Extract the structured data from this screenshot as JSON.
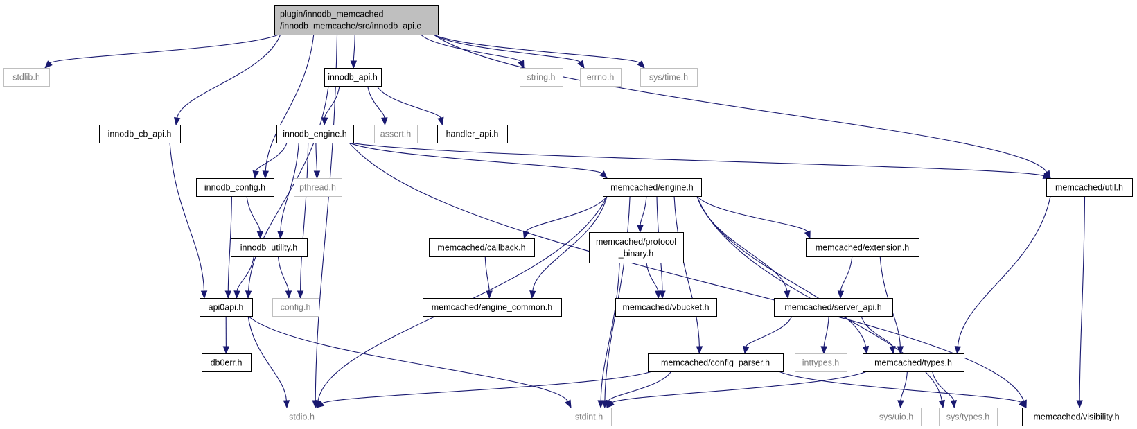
{
  "colors": {
    "edge": "#191970",
    "local_border": "#000000",
    "system_border": "#bfbfbf",
    "root_fill": "#bfbfbf",
    "system_text": "#7f7f7f"
  },
  "nodes": [
    {
      "id": "root",
      "kind": "root",
      "lines": [
        "plugin/innodb_memcached",
        "/innodb_memcache/src/innodb_api.c"
      ]
    },
    {
      "id": "stdlib_h",
      "kind": "system",
      "lines": [
        "stdlib.h"
      ]
    },
    {
      "id": "innodb_api_h",
      "kind": "local",
      "lines": [
        "innodb_api.h"
      ]
    },
    {
      "id": "string_h",
      "kind": "system",
      "lines": [
        "string.h"
      ]
    },
    {
      "id": "errno_h",
      "kind": "system",
      "lines": [
        "errno.h"
      ]
    },
    {
      "id": "sys_time_h",
      "kind": "system",
      "lines": [
        "sys/time.h"
      ]
    },
    {
      "id": "innodb_cb_api_h",
      "kind": "local",
      "lines": [
        "innodb_cb_api.h"
      ]
    },
    {
      "id": "innodb_engine_h",
      "kind": "local",
      "lines": [
        "innodb_engine.h"
      ]
    },
    {
      "id": "assert_h",
      "kind": "system",
      "lines": [
        "assert.h"
      ]
    },
    {
      "id": "handler_api_h",
      "kind": "local",
      "lines": [
        "handler_api.h"
      ]
    },
    {
      "id": "innodb_config_h",
      "kind": "local",
      "lines": [
        "innodb_config.h"
      ]
    },
    {
      "id": "pthread_h",
      "kind": "system",
      "lines": [
        "pthread.h"
      ]
    },
    {
      "id": "mc_engine_h",
      "kind": "local",
      "lines": [
        "memcached/engine.h"
      ]
    },
    {
      "id": "mc_util_h",
      "kind": "local",
      "lines": [
        "memcached/util.h"
      ]
    },
    {
      "id": "innodb_utility_h",
      "kind": "local",
      "lines": [
        "innodb_utility.h"
      ]
    },
    {
      "id": "mc_callback_h",
      "kind": "local",
      "lines": [
        "memcached/callback.h"
      ]
    },
    {
      "id": "mc_protocol_binary_h",
      "kind": "local",
      "lines": [
        "memcached/protocol",
        "_binary.h"
      ]
    },
    {
      "id": "mc_extension_h",
      "kind": "local",
      "lines": [
        "memcached/extension.h"
      ]
    },
    {
      "id": "api0api_h",
      "kind": "local",
      "lines": [
        "api0api.h"
      ]
    },
    {
      "id": "config_h",
      "kind": "system",
      "lines": [
        "config.h"
      ]
    },
    {
      "id": "mc_engine_common_h",
      "kind": "local",
      "lines": [
        "memcached/engine_common.h"
      ]
    },
    {
      "id": "mc_vbucket_h",
      "kind": "local",
      "lines": [
        "memcached/vbucket.h"
      ]
    },
    {
      "id": "mc_server_api_h",
      "kind": "local",
      "lines": [
        "memcached/server_api.h"
      ]
    },
    {
      "id": "db0err_h",
      "kind": "local",
      "lines": [
        "db0err.h"
      ]
    },
    {
      "id": "mc_config_parser_h",
      "kind": "local",
      "lines": [
        "memcached/config_parser.h"
      ]
    },
    {
      "id": "inttypes_h",
      "kind": "system",
      "lines": [
        "inttypes.h"
      ]
    },
    {
      "id": "mc_types_h",
      "kind": "local",
      "lines": [
        "memcached/types.h"
      ]
    },
    {
      "id": "stdio_h",
      "kind": "system",
      "lines": [
        "stdio.h"
      ]
    },
    {
      "id": "stdint_h",
      "kind": "system",
      "lines": [
        "stdint.h"
      ]
    },
    {
      "id": "sys_uio_h",
      "kind": "system",
      "lines": [
        "sys/uio.h"
      ]
    },
    {
      "id": "sys_types_h",
      "kind": "system",
      "lines": [
        "sys/types.h"
      ]
    },
    {
      "id": "mc_visibility_h",
      "kind": "local",
      "lines": [
        "memcached/visibility.h"
      ]
    }
  ],
  "edges": [
    [
      "root",
      "stdlib_h"
    ],
    [
      "root",
      "innodb_api_h"
    ],
    [
      "root",
      "string_h"
    ],
    [
      "root",
      "errno_h"
    ],
    [
      "root",
      "sys_time_h"
    ],
    [
      "root",
      "innodb_cb_api_h"
    ],
    [
      "root",
      "innodb_config_h"
    ],
    [
      "root",
      "mc_util_h"
    ],
    [
      "root",
      "stdio_h"
    ],
    [
      "innodb_api_h",
      "innodb_engine_h"
    ],
    [
      "innodb_api_h",
      "assert_h"
    ],
    [
      "innodb_api_h",
      "handler_api_h"
    ],
    [
      "innodb_api_h",
      "api0api_h"
    ],
    [
      "innodb_cb_api_h",
      "api0api_h"
    ],
    [
      "innodb_engine_h",
      "innodb_config_h"
    ],
    [
      "innodb_engine_h",
      "pthread_h"
    ],
    [
      "innodb_engine_h",
      "innodb_utility_h"
    ],
    [
      "innodb_engine_h",
      "config_h"
    ],
    [
      "innodb_engine_h",
      "mc_engine_h"
    ],
    [
      "innodb_engine_h",
      "mc_util_h"
    ],
    [
      "innodb_engine_h",
      "mc_visibility_h"
    ],
    [
      "innodb_config_h",
      "innodb_utility_h"
    ],
    [
      "innodb_config_h",
      "api0api_h"
    ],
    [
      "innodb_utility_h",
      "api0api_h"
    ],
    [
      "innodb_utility_h",
      "config_h"
    ],
    [
      "api0api_h",
      "db0err_h"
    ],
    [
      "api0api_h",
      "stdio_h"
    ],
    [
      "api0api_h",
      "stdint_h"
    ],
    [
      "mc_engine_h",
      "stdio_h"
    ],
    [
      "mc_engine_h",
      "stdint_h"
    ],
    [
      "mc_engine_h",
      "mc_callback_h"
    ],
    [
      "mc_engine_h",
      "mc_engine_common_h"
    ],
    [
      "mc_engine_h",
      "mc_protocol_binary_h"
    ],
    [
      "mc_engine_h",
      "mc_vbucket_h"
    ],
    [
      "mc_engine_h",
      "mc_config_parser_h"
    ],
    [
      "mc_engine_h",
      "mc_server_api_h"
    ],
    [
      "mc_engine_h",
      "mc_extension_h"
    ],
    [
      "mc_engine_h",
      "mc_types_h"
    ],
    [
      "mc_engine_h",
      "sys_types_h"
    ],
    [
      "mc_callback_h",
      "mc_engine_common_h"
    ],
    [
      "mc_protocol_binary_h",
      "mc_vbucket_h"
    ],
    [
      "mc_protocol_binary_h",
      "stdint_h"
    ],
    [
      "mc_extension_h",
      "mc_server_api_h"
    ],
    [
      "mc_extension_h",
      "mc_types_h"
    ],
    [
      "mc_server_api_h",
      "mc_config_parser_h"
    ],
    [
      "mc_server_api_h",
      "inttypes_h"
    ],
    [
      "mc_server_api_h",
      "mc_types_h"
    ],
    [
      "mc_config_parser_h",
      "stdio_h"
    ],
    [
      "mc_config_parser_h",
      "stdint_h"
    ],
    [
      "mc_config_parser_h",
      "mc_visibility_h"
    ],
    [
      "mc_types_h",
      "sys_uio_h"
    ],
    [
      "mc_types_h",
      "sys_types_h"
    ],
    [
      "mc_types_h",
      "stdint_h"
    ],
    [
      "mc_util_h",
      "mc_types_h"
    ],
    [
      "mc_util_h",
      "mc_visibility_h"
    ]
  ]
}
